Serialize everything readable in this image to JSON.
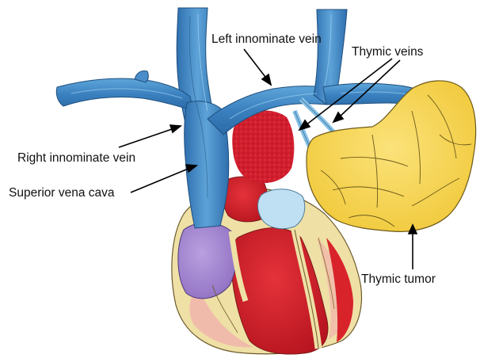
{
  "illustration": {
    "subject": "Anterior view of heart, great veins and thymic mass",
    "colors": {
      "vein_blue": "#3f86c4",
      "vein_light": "#86c0e6",
      "tumor_yellow": "#f6d34e",
      "tumor_outline": "#6d5a1a",
      "heart_red": "#d9232b",
      "heart_pink": "#f1b2ad",
      "atrium_purple": "#a88bd0",
      "fat_cream": "#efe0a6",
      "artery_pale_blue": "#bfe0f2",
      "red_mass": "#d11f2e",
      "arrow": "#000000"
    }
  },
  "labels": {
    "left_innominate_vein": "Left innominate vein",
    "thymic_veins": "Thymic veins",
    "right_innominate_vein": "Right innominate vein",
    "superior_vena_cava": "Superior vena cava",
    "thymic_tumor": "Thymic tumor"
  }
}
